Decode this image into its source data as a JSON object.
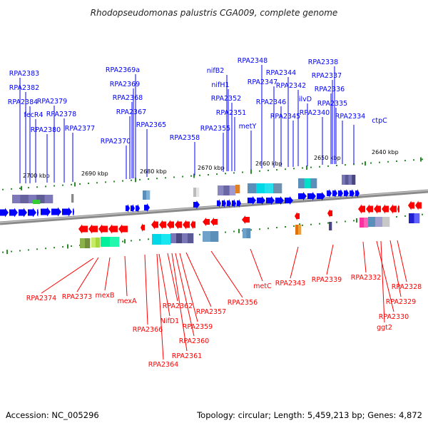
{
  "header": {
    "title": "Rhodopseudomonas palustris CGA009, complete genome"
  },
  "footer": {
    "accession": "Accession: NC_005296",
    "summary": "Topology: circular; Length: 5,459,213 bp; Genes: 4,872"
  },
  "colors": {
    "forward": "#0000ff",
    "reverse": "#ff0000",
    "backbone": "#808080",
    "tick": "#2a8a2a"
  },
  "axis_ticks": [
    "2700 kbp",
    "2690 kbp",
    "2680 kbp",
    "2670 kbp",
    "2660 kbp",
    "2650 kbp",
    "2640 kbp"
  ],
  "forward_genes": [
    "RPA2383",
    "RPA2382",
    "RPA2384",
    "fecR4",
    "RPA2380",
    "RPA2379",
    "RPA2378",
    "RPA2377",
    "RPA2369a",
    "RPA2369",
    "RPA2368",
    "RPA2367",
    "RPA2370",
    "RPA2365",
    "RPA2358",
    "nifB2",
    "nifH1",
    "RPA2352",
    "RPA2351",
    "RPA2355",
    "metY",
    "RPA2348",
    "RPA2347",
    "RPA2344",
    "RPA2346",
    "RPA2345",
    "RPA2342",
    "ilvD",
    "RPA2338",
    "RPA2337",
    "RPA2336",
    "RPA2340",
    "RPA2335",
    "RPA2334",
    "ctpC"
  ],
  "reverse_genes": [
    "RPA2374",
    "RPA2373",
    "mexB",
    "mexA",
    "RPA2366",
    "NifD1",
    "RPA2364",
    "RPA2362",
    "RPA2361",
    "RPA2360",
    "RPA2359",
    "RPA2357",
    "RPA2356",
    "metC",
    "RPA2343",
    "RPA2339",
    "RPA2332",
    "RPA2330",
    "ggt2",
    "RPA2329",
    "RPA2328"
  ]
}
